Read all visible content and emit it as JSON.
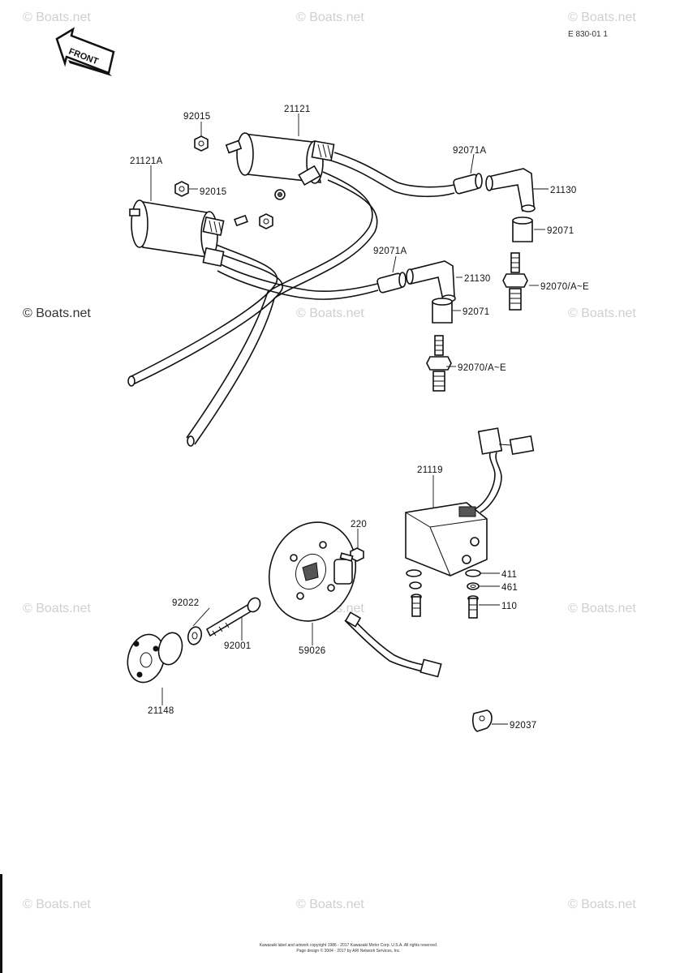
{
  "diagram_code": "E 830-01 1",
  "front_arrow_label": "FRONT",
  "watermark_text": "© Boats.net",
  "footer": {
    "line1": "Kawasaki label and artwork copyright 1986 - 2017 Kawasaki Motor Corp. U.S.A. All rights reserved.",
    "line2": "Page design © 2004 - 2017 by ARI Network Services, Inc."
  },
  "callouts": {
    "c_92015_top": "92015",
    "c_21121": "21121",
    "c_21121A": "21121A",
    "c_92015_mid": "92015",
    "c_92071A_top": "92071A",
    "c_21130_top": "21130",
    "c_92071_top": "92071",
    "c_92071A_low": "92071A",
    "c_21130_low": "21130",
    "c_92070_top": "92070/A~E",
    "c_92071_low": "92071",
    "c_92070_low": "92070/A~E",
    "c_21119": "21119",
    "c_220": "220",
    "c_411": "411",
    "c_461": "461",
    "c_110": "110",
    "c_92022": "92022",
    "c_92001": "92001",
    "c_59026": "59026",
    "c_21148": "21148",
    "c_92037": "92037"
  },
  "colors": {
    "line": "#111111",
    "watermark": "#cfcfcf",
    "background": "#ffffff"
  }
}
